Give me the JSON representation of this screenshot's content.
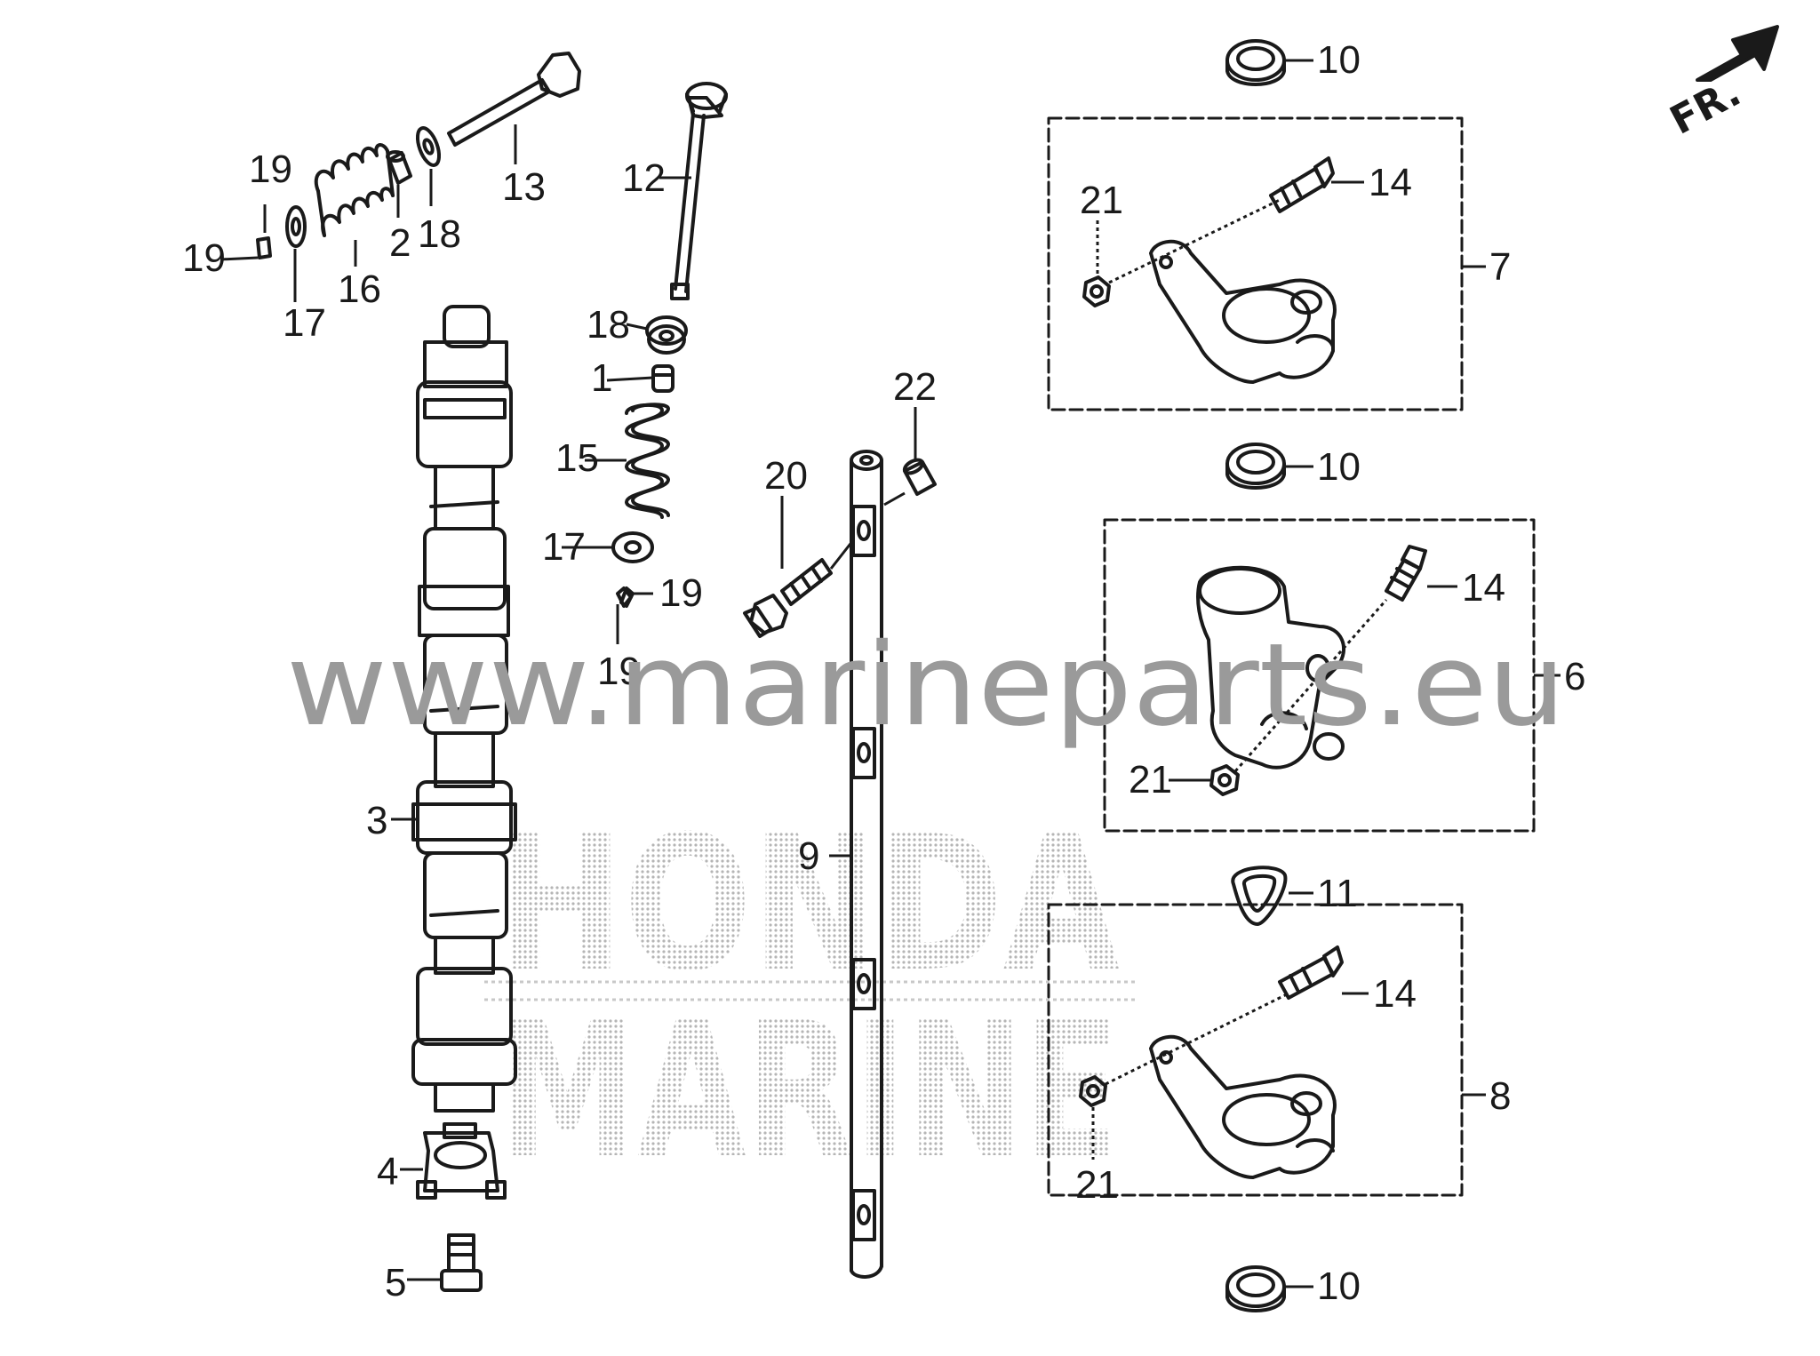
{
  "labels": {
    "n1": "1",
    "n2": "2",
    "n3": "3",
    "n4": "4",
    "n5": "5",
    "n6": "6",
    "n7": "7",
    "n8": "8",
    "n9": "9",
    "n10a": "10",
    "n10b": "10",
    "n10c": "10",
    "n11": "11",
    "n12": "12",
    "n13": "13",
    "n14a": "14",
    "n14b": "14",
    "n14c": "14",
    "n15": "15",
    "n16": "16",
    "n17a": "17",
    "n17b": "17",
    "n18a": "18",
    "n18b": "18",
    "n19a": "19",
    "n19b": "19",
    "n19c": "19",
    "n19d": "19",
    "n20": "20",
    "n21a": "21",
    "n21b": "21",
    "n21c": "21",
    "n22": "22"
  },
  "direction_marker": "FR.",
  "watermark_url": "www.marineparts.eu",
  "watermark_brand_line1": "HONDA",
  "watermark_brand_line2": "MARINE",
  "colors": {
    "line": "#1a1a1a",
    "watermark": "#9a9a9a",
    "background": "#ffffff"
  }
}
